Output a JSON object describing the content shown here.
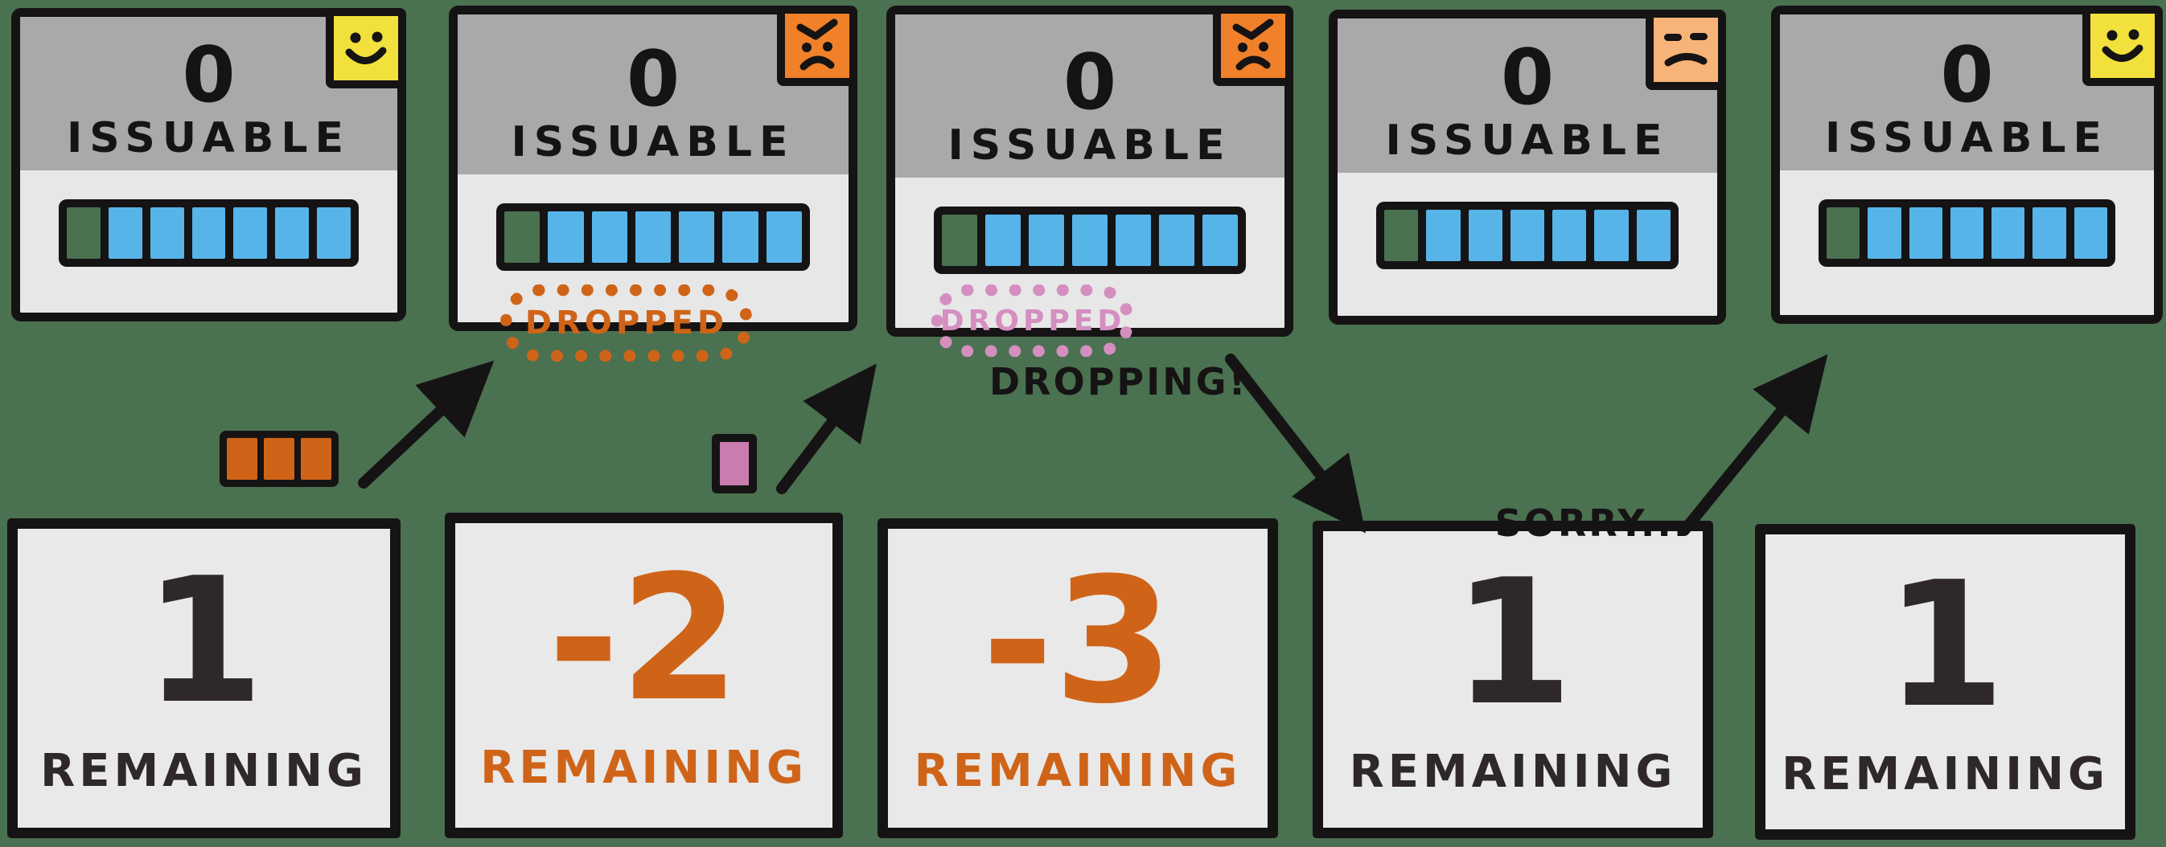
{
  "colors": {
    "background": "#4a7150",
    "ink": "#161314",
    "card_body": "#e7e7e7",
    "card_header": "#a9a9a9",
    "cell_blue": "#57b4e9",
    "face_yellow": "#f2e13c",
    "face_orange": "#f0812a",
    "face_peach": "#f8b478",
    "accent_orange": "#cf6418",
    "accent_pink": "#d48fc0",
    "token_pink": "#c97cae",
    "counter_ink": "#2e282a"
  },
  "panels": [
    {
      "issuable_value": "0",
      "issuable_label": "ISSUABLE",
      "mood": "happy-face-icon",
      "cells_total": 7,
      "cells_filled": 6
    },
    {
      "issuable_value": "0",
      "issuable_label": "ISSUABLE",
      "mood": "angry-face-icon",
      "cells_total": 7,
      "cells_filled": 6,
      "badge_label": "DROPPED"
    },
    {
      "issuable_value": "0",
      "issuable_label": "ISSUABLE",
      "mood": "angry-face-icon",
      "cells_total": 7,
      "cells_filled": 6,
      "badge_label": "DROPPED"
    },
    {
      "issuable_value": "0",
      "issuable_label": "ISSUABLE",
      "mood": "unamused-face-icon",
      "cells_total": 7,
      "cells_filled": 6
    },
    {
      "issuable_value": "0",
      "issuable_label": "ISSUABLE",
      "mood": "happy-face-icon",
      "cells_total": 7,
      "cells_filled": 6
    }
  ],
  "counters": [
    {
      "value": "1",
      "label": "REMAINING",
      "tone": "dark"
    },
    {
      "value": "-2",
      "label": "REMAINING",
      "tone": "orange"
    },
    {
      "value": "-3",
      "label": "REMAINING",
      "tone": "orange"
    },
    {
      "value": "1",
      "label": "REMAINING",
      "tone": "dark"
    },
    {
      "value": "1",
      "label": "REMAINING",
      "tone": "dark"
    }
  ],
  "annotations": {
    "dropping": "DROPPING!",
    "sorry": "SORRY..."
  },
  "tokens": {
    "orange_cell_count": 3,
    "pink_cell_count": 1
  }
}
